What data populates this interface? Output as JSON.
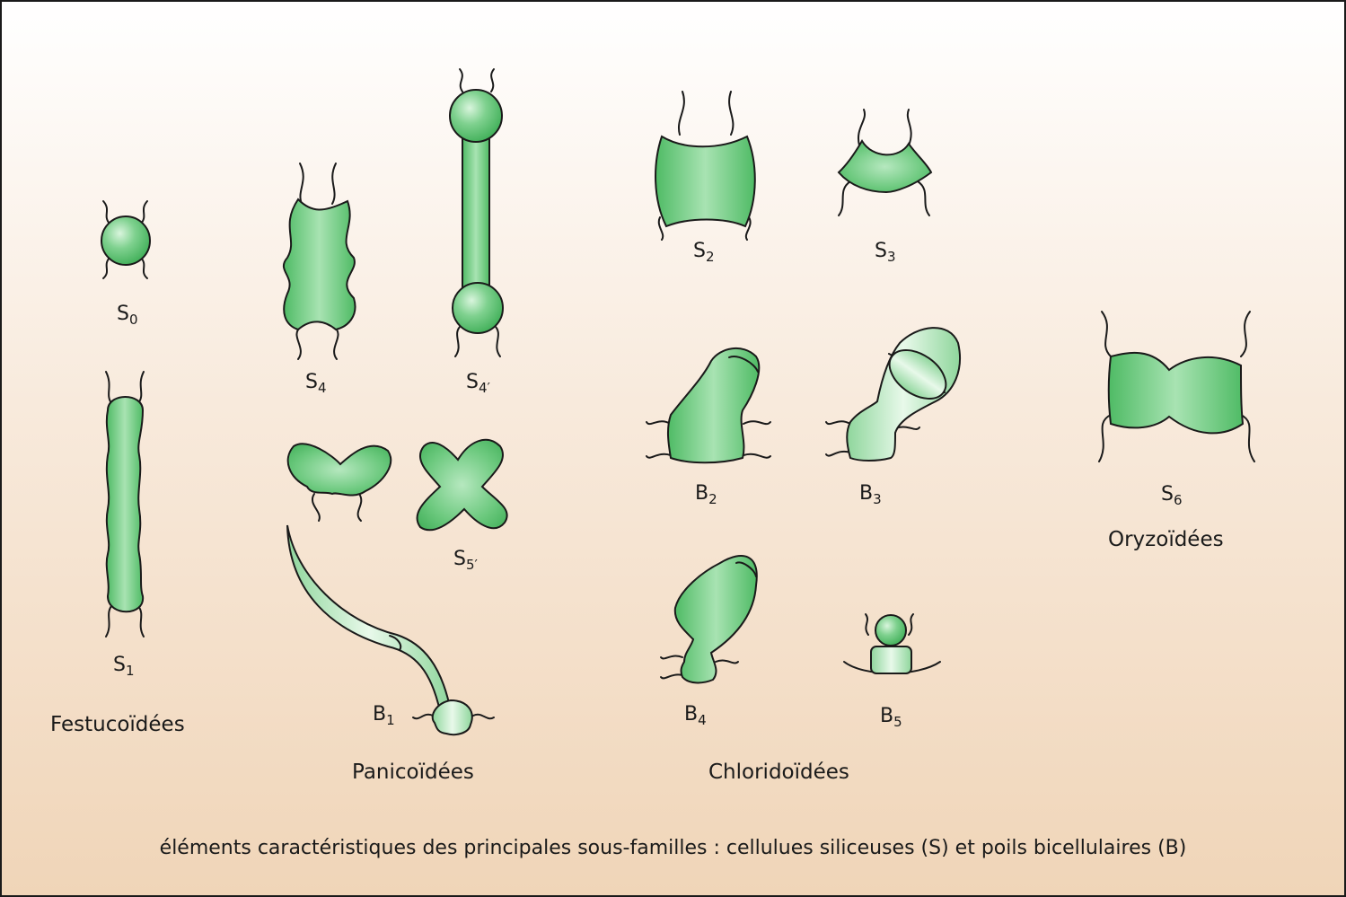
{
  "diagram": {
    "caption": "éléments caractéristiques des principales sous-familles : cellulues siliceuses (S) et poils bicellulaires (B)",
    "colors": {
      "cell_fill": "#5cc272",
      "cell_light": "#c9eecf",
      "outline": "#1a1a1a"
    },
    "groups": [
      {
        "name": "Festucoïdées",
        "elements": [
          "S0",
          "S1"
        ]
      },
      {
        "name": "Panicoïdées",
        "elements": [
          "S4",
          "S4′",
          "S5′",
          "B1"
        ]
      },
      {
        "name": "Chloridoïdées",
        "elements": [
          "S2",
          "S3",
          "B2",
          "B3",
          "B4",
          "B5"
        ]
      },
      {
        "name": "Oryzoïdées",
        "elements": [
          "S6"
        ]
      }
    ],
    "labels": {
      "s0": {
        "base": "S",
        "sub": "0"
      },
      "s1": {
        "base": "S",
        "sub": "1"
      },
      "s4": {
        "base": "S",
        "sub": "4"
      },
      "s4p": {
        "base": "S",
        "sub": "4′"
      },
      "s5p": {
        "base": "S",
        "sub": "5′"
      },
      "b1": {
        "base": "B",
        "sub": "1"
      },
      "s2": {
        "base": "S",
        "sub": "2"
      },
      "s3": {
        "base": "S",
        "sub": "3"
      },
      "b2": {
        "base": "B",
        "sub": "2"
      },
      "b3": {
        "base": "B",
        "sub": "3"
      },
      "b4": {
        "base": "B",
        "sub": "4"
      },
      "b5": {
        "base": "B",
        "sub": "5"
      },
      "s6": {
        "base": "S",
        "sub": "6"
      }
    }
  }
}
